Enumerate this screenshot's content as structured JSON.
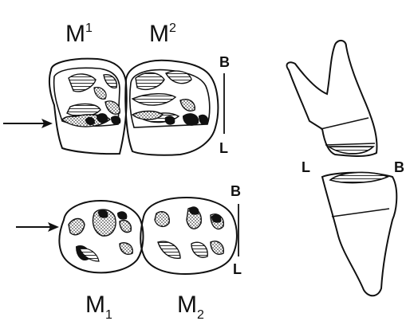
{
  "labels": {
    "upper_first": {
      "base": "M",
      "index": "1"
    },
    "upper_second": {
      "base": "M",
      "index": "2"
    },
    "lower_first": {
      "base": "M",
      "index": "1"
    },
    "lower_second": {
      "base": "M",
      "index": "2"
    }
  },
  "orientation": {
    "upper_buccal": "B",
    "upper_lingual": "L",
    "lower_buccal": "B",
    "lower_lingual": "L",
    "side_lingual": "L",
    "side_buccal": "B"
  },
  "colors": {
    "ink": "#111111",
    "paper": "#ffffff"
  }
}
